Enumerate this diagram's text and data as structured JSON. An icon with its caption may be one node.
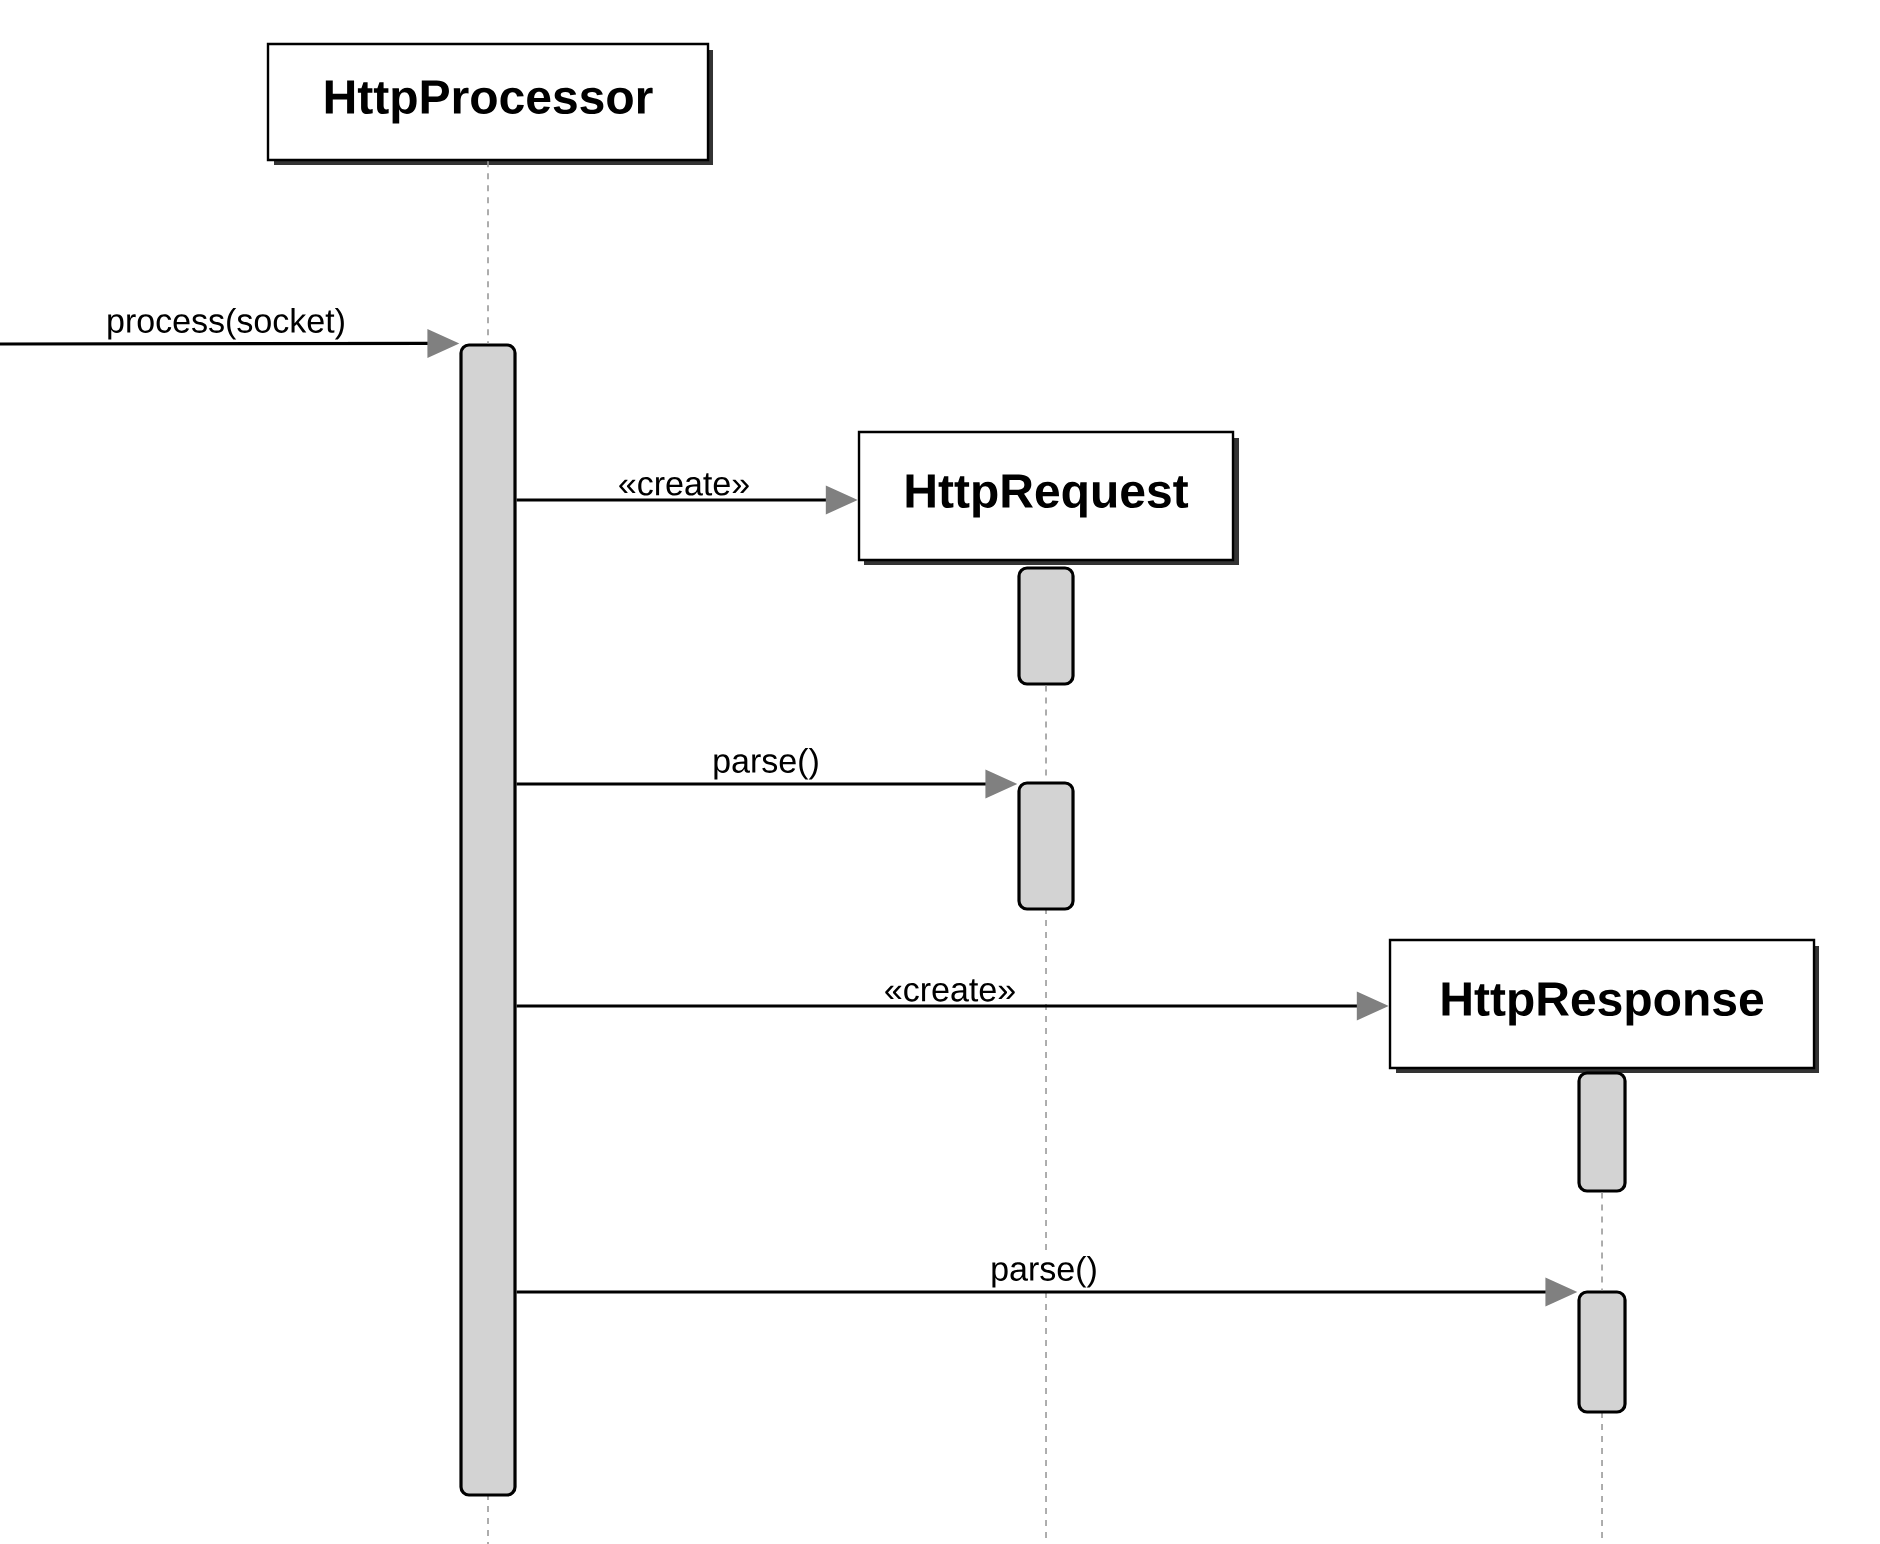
{
  "diagram": {
    "nodes": [
      {
        "text": [
          "HttpProcessor"
        ]
      },
      {
        "text": [
          "HttpRequest"
        ]
      },
      {
        "text": [
          "HttpResponse"
        ]
      },
      {
        "text": [],
        "shape": "bar"
      },
      {
        "text": [],
        "shape": "bar"
      },
      {
        "text": [],
        "shape": "bar"
      },
      {
        "text": [],
        "shape": "bar"
      },
      {
        "text": [],
        "shape": "bar"
      }
    ],
    "edges": [
      {
        "from": null,
        "to": 3,
        "arrow": "to",
        "label": "process(socket)"
      },
      {
        "from": 3,
        "to": 1,
        "arrow": "to",
        "label": "«create»"
      },
      {
        "from": 3,
        "to": 5,
        "arrow": "to",
        "label": "parse()"
      },
      {
        "from": 3,
        "to": 2,
        "arrow": "to",
        "label": "«create»"
      },
      {
        "from": 3,
        "to": 7,
        "arrow": "to",
        "label": "parse()"
      },
      {
        "from": 0,
        "to": 3,
        "arrow": "none",
        "style": "dashed",
        "color": "#999999"
      },
      {
        "from": 4,
        "to": 5,
        "arrow": "none",
        "style": "dashed",
        "color": "#999999"
      },
      {
        "from": 6,
        "to": 7,
        "arrow": "none",
        "style": "dashed",
        "color": "#999999"
      }
    ]
  }
}
